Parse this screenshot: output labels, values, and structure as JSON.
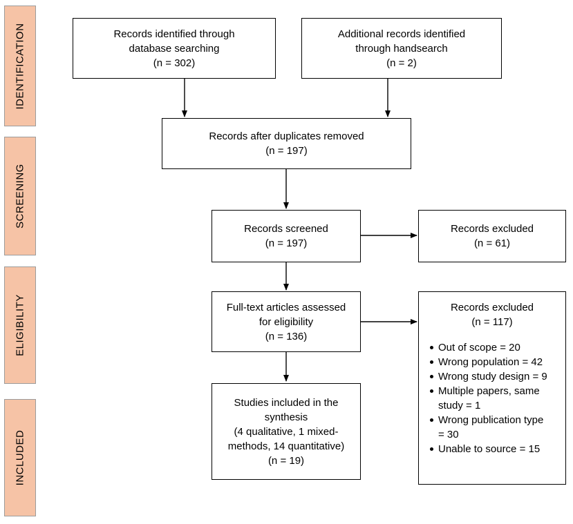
{
  "stages": [
    {
      "id": "identification",
      "label": "IDENTIFICATION"
    },
    {
      "id": "screening",
      "label": "SCREENING"
    },
    {
      "id": "eligibility",
      "label": "ELIGIBILITY"
    },
    {
      "id": "included",
      "label": "INCLUDED"
    }
  ],
  "boxes": {
    "database": {
      "lines": [
        "Records identified through",
        "database searching",
        "(n = 302)"
      ]
    },
    "handsearch": {
      "lines": [
        "Additional records identified",
        "through handsearch",
        "(n = 2)"
      ]
    },
    "duplicates": {
      "lines": [
        "Records after duplicates removed",
        "(n = 197)"
      ]
    },
    "screened": {
      "lines": [
        "Records screened",
        "(n = 197)"
      ]
    },
    "excluded_screen": {
      "lines": [
        "Records excluded",
        "(n = 61)"
      ]
    },
    "fulltext": {
      "lines": [
        "Full-text articles assessed",
        "for eligibility",
        "(n = 136)"
      ]
    },
    "excluded_full": {
      "lines": [
        "Records excluded",
        "(n = 117)"
      ],
      "reasons": [
        "Out of scope = 20",
        "Wrong population = 42",
        "Wrong study design = 9",
        "Multiple papers, same",
        "study = 1",
        "Wrong publication type",
        "= 30",
        "Unable to source = 15"
      ]
    },
    "included": {
      "lines": [
        "Studies included in the",
        "synthesis",
        "(4 qualitative, 1 mixed-",
        "methods, 14 quantitative)",
        "(n = 19)"
      ]
    }
  },
  "colors": {
    "stage_fill": "#f6c3a6",
    "stage_border": "#9b9b9b",
    "line": "#000000"
  }
}
